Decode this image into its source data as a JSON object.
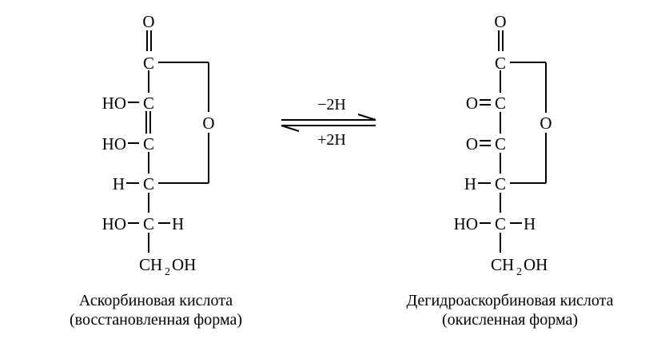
{
  "left": {
    "atoms": {
      "o_top": "O",
      "c1": "C",
      "ho1": "HO",
      "c2": "C",
      "ho2": "HO",
      "c3": "C",
      "ring_o": "O",
      "h4": "H",
      "c4": "C",
      "ho5": "HO",
      "c5": "C",
      "h5": "H",
      "ch2oh_ch": "CH",
      "ch2oh_sub": "2",
      "ch2oh_oh": "OH"
    },
    "caption_line1": "Аскорбиновая кислота",
    "caption_line2": "(восстановленная форма)"
  },
  "right": {
    "atoms": {
      "o_top": "O",
      "c1": "C",
      "o2": "O",
      "c2": "C",
      "o3": "O",
      "c3": "C",
      "ring_o": "O",
      "h4": "H",
      "c4": "C",
      "ho5": "HO",
      "c5": "C",
      "h5": "H",
      "ch2oh_ch": "CH",
      "ch2oh_sub": "2",
      "ch2oh_oh": "OH"
    },
    "caption_line1": "Дегидроаскорбиновая кислота",
    "caption_line2": "(окисленная форма)"
  },
  "arrows": {
    "forward": "−2H",
    "reverse": "+2H"
  }
}
